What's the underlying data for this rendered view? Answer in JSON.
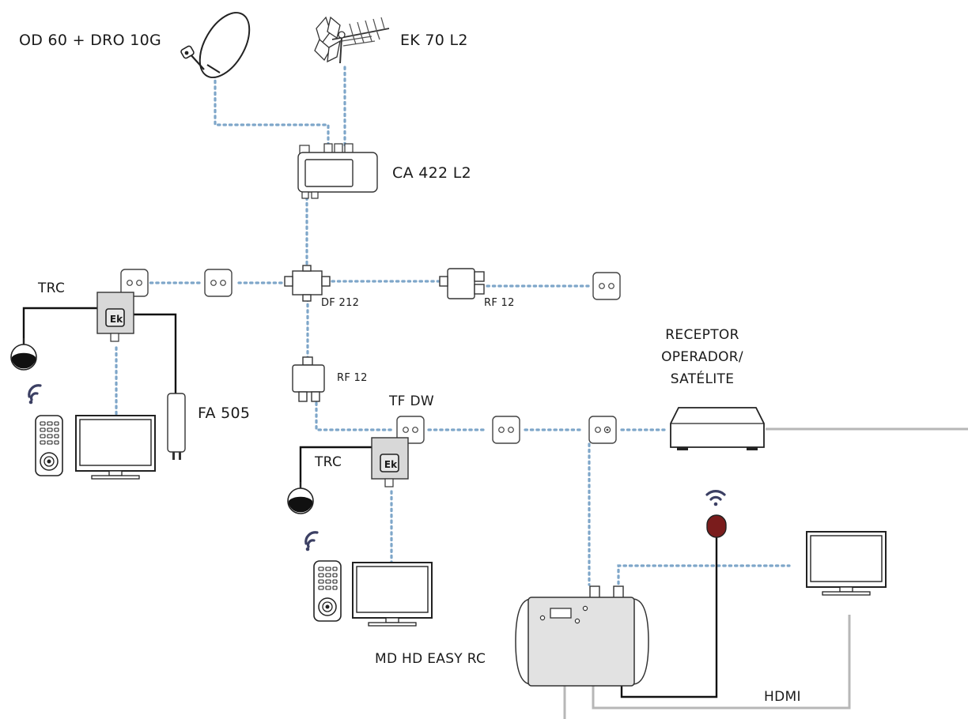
{
  "labels": {
    "dish": "OD 60 + DRO 10G",
    "antenna": "EK 70 L2",
    "amplifier": "CA 422 L2",
    "splitter": "DF 212",
    "rf_right": "RF 12",
    "rf_lower": "RF 12",
    "trc_left": "TRC",
    "trc_center": "TRC",
    "power_supply": "FA 505",
    "tfdw": "TF DW",
    "receiver": [
      "RECEPTOR",
      "OPERADOR/",
      "SATÉLITE"
    ],
    "modulator": "MD HD EASY RC",
    "hdmi": "HDMI",
    "ek_badge": "Ek"
  },
  "colors": {
    "coax": "#7ea6c9",
    "hdmi_cable": "#b7b7b7",
    "ir_eye": "#7a1c1c",
    "wifi": "#3b3f63"
  },
  "icons": [
    "parabolic-dish-icon",
    "terrestrial-antenna-icon",
    "wifi-icon",
    "remote-control-icon",
    "tv-icon",
    "ir-eye-icon",
    "wall-outlet-icon",
    "set-top-box-icon"
  ]
}
